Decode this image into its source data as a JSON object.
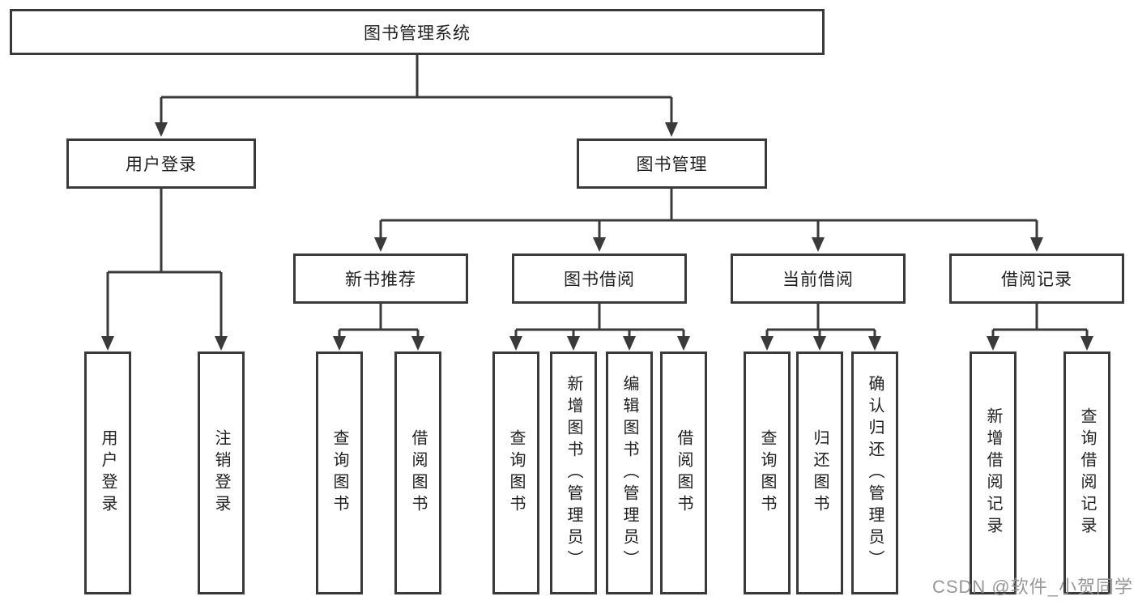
{
  "colors": {
    "line": "#3a3a3a",
    "text": "#1f1f1f",
    "background": "#ffffff",
    "watermark": "#8f8f8f"
  },
  "watermark": {
    "text": "CSDN @软件_小贺同学"
  },
  "tree": {
    "label": "图书管理系统",
    "children": [
      {
        "label": "用户登录",
        "children": [
          {
            "label": "用户登录"
          },
          {
            "label": "注销登录"
          }
        ]
      },
      {
        "label": "图书管理",
        "children": [
          {
            "label": "新书推荐",
            "children": [
              {
                "label": "查询图书"
              },
              {
                "label": "借阅图书"
              }
            ]
          },
          {
            "label": "图书借阅",
            "children": [
              {
                "label": "查询图书"
              },
              {
                "label": "新增图书（管理员）"
              },
              {
                "label": "编辑图书（管理员）"
              },
              {
                "label": "借阅图书"
              }
            ]
          },
          {
            "label": "当前借阅",
            "children": [
              {
                "label": "查询图书"
              },
              {
                "label": "归还图书"
              },
              {
                "label": "确认归还（管理员）"
              }
            ]
          },
          {
            "label": "借阅记录",
            "children": [
              {
                "label": "新增借阅记录"
              },
              {
                "label": "查询借阅记录"
              }
            ]
          }
        ]
      }
    ]
  }
}
